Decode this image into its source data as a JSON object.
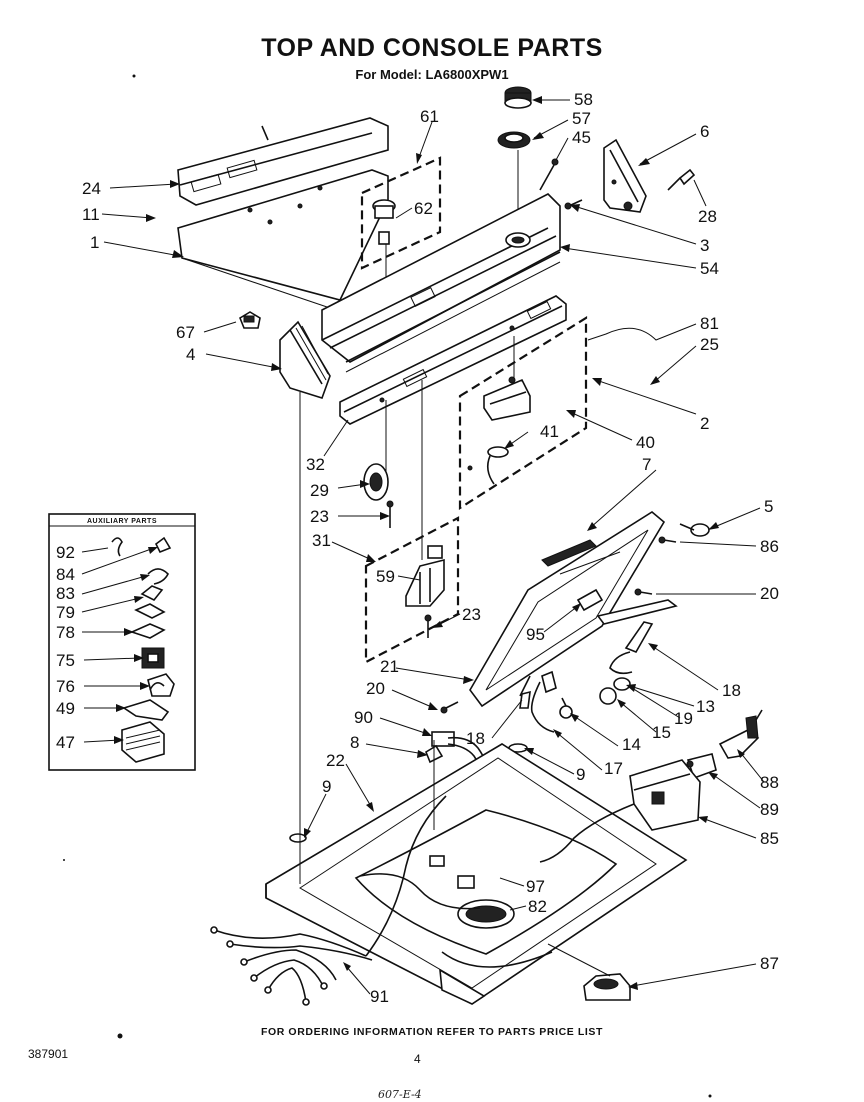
{
  "header": {
    "title": "TOP AND CONSOLE PARTS",
    "model": "For Model: LA6800XPW1"
  },
  "aux_box": {
    "heading": "AUXILIARY PARTS"
  },
  "callouts": [
    "58",
    "57",
    "45",
    "6",
    "61",
    "24",
    "62",
    "11",
    "28",
    "1",
    "3",
    "54",
    "67",
    "4",
    "81",
    "25",
    "2",
    "41",
    "40",
    "32",
    "29",
    "7",
    "23",
    "5",
    "86",
    "31",
    "59",
    "20",
    "23",
    "95",
    "21",
    "18",
    "20",
    "13",
    "90",
    "18",
    "19",
    "15",
    "14",
    "8",
    "17",
    "9",
    "88",
    "22",
    "89",
    "9",
    "85",
    "97",
    "82",
    "91",
    "87",
    "92",
    "84",
    "83",
    "79",
    "78",
    "75",
    "76",
    "49",
    "47"
  ],
  "footer": {
    "note": "FOR ORDERING INFORMATION REFER TO PARTS PRICE LIST",
    "doc_number": "387901",
    "page_number": "4",
    "handwritten": "607-E-4"
  }
}
